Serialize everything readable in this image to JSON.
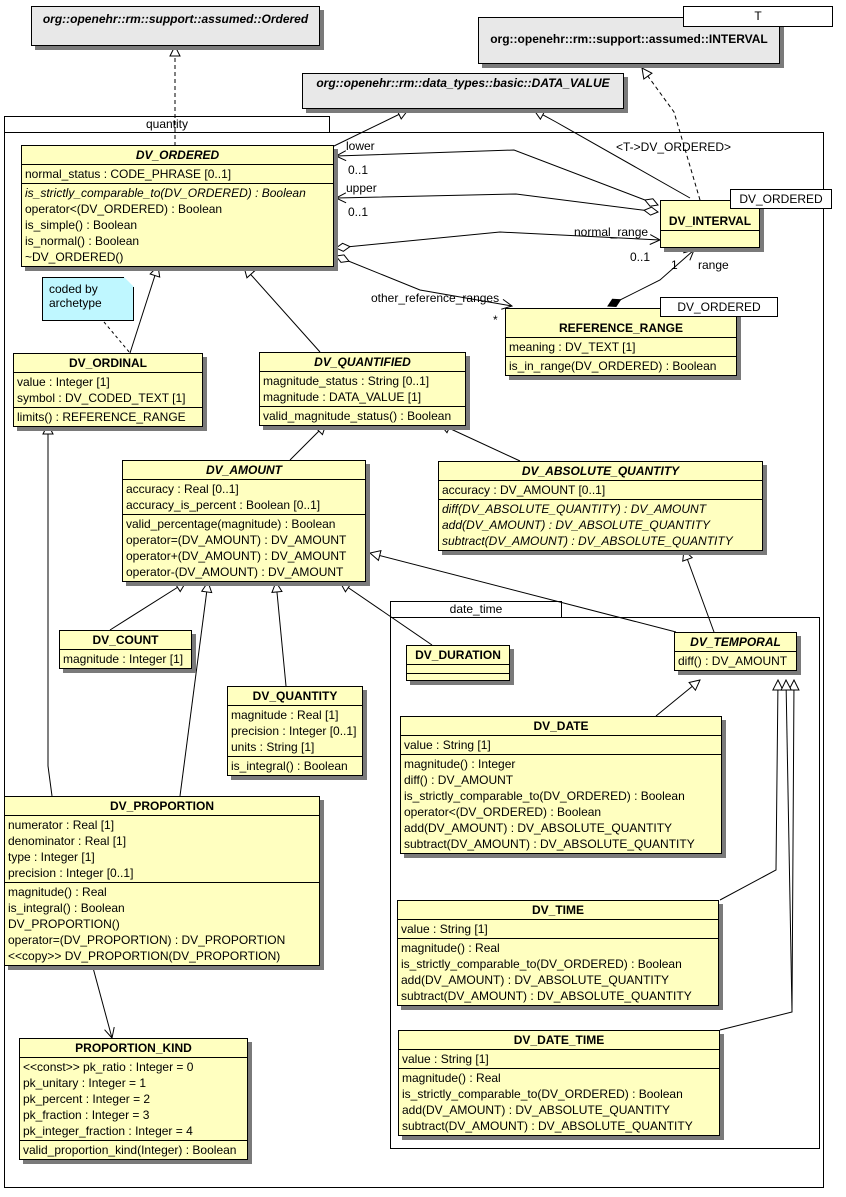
{
  "packages": {
    "quantity": "quantity",
    "date_time": "date_time"
  },
  "external": {
    "ordered": "org::openehr::rm::support::assumed::Ordered",
    "interval": "org::openehr::rm::support::assumed::INTERVAL",
    "interval_param": "T",
    "data_value": "org::openehr::rm::data_types::basic::DATA_VALUE"
  },
  "binding_label": "<T->DV_ORDERED>",
  "classes": {
    "dv_ordered": {
      "name": "DV_ORDERED",
      "attrs": [
        "normal_status : CODE_PHRASE [0..1]"
      ],
      "ops": [
        "is_strictly_comparable_to(DV_ORDERED) : Boolean",
        "operator<(DV_ORDERED) : Boolean",
        "is_simple() : Boolean",
        "is_normal() : Boolean",
        "~DV_ORDERED()"
      ]
    },
    "dv_interval": {
      "name": "DV_INTERVAL",
      "param": "DV_ORDERED"
    },
    "reference_range": {
      "name": "REFERENCE_RANGE",
      "param": "DV_ORDERED",
      "attrs": [
        "meaning : DV_TEXT [1]"
      ],
      "ops": [
        "is_in_range(DV_ORDERED) : Boolean"
      ]
    },
    "dv_ordinal": {
      "name": "DV_ORDINAL",
      "attrs": [
        "value : Integer [1]",
        "symbol : DV_CODED_TEXT [1]"
      ],
      "ops": [
        "limits() : REFERENCE_RANGE"
      ]
    },
    "dv_quantified": {
      "name": "DV_QUANTIFIED",
      "attrs": [
        "magnitude_status : String [0..1]",
        "magnitude : DATA_VALUE [1]"
      ],
      "ops": [
        "valid_magnitude_status() : Boolean"
      ]
    },
    "dv_amount": {
      "name": "DV_AMOUNT",
      "attrs": [
        "accuracy : Real [0..1]",
        "accuracy_is_percent : Boolean [0..1]"
      ],
      "ops": [
        "valid_percentage(magnitude) : Boolean",
        "operator=(DV_AMOUNT) : DV_AMOUNT",
        "operator+(DV_AMOUNT) : DV_AMOUNT",
        "operator-(DV_AMOUNT) : DV_AMOUNT"
      ]
    },
    "dv_absolute_quantity": {
      "name": "DV_ABSOLUTE_QUANTITY",
      "attrs": [
        "accuracy : DV_AMOUNT [0..1]"
      ],
      "ops": [
        "diff(DV_ABSOLUTE_QUANTITY) : DV_AMOUNT",
        "add(DV_AMOUNT) : DV_ABSOLUTE_QUANTITY",
        "subtract(DV_AMOUNT) : DV_ABSOLUTE_QUANTITY"
      ]
    },
    "dv_count": {
      "name": "DV_COUNT",
      "attrs": [
        "magnitude : Integer [1]"
      ]
    },
    "dv_duration": {
      "name": "DV_DURATION"
    },
    "dv_temporal": {
      "name": "DV_TEMPORAL",
      "ops": [
        "diff() : DV_AMOUNT"
      ]
    },
    "dv_quantity": {
      "name": "DV_QUANTITY",
      "attrs": [
        "magnitude : Real [1]",
        "precision : Integer [0..1]",
        "units : String [1]"
      ],
      "ops": [
        "is_integral() : Boolean"
      ]
    },
    "dv_date": {
      "name": "DV_DATE",
      "attrs": [
        "value : String [1]"
      ],
      "ops": [
        "magnitude() : Integer",
        "diff() : DV_AMOUNT",
        "is_strictly_comparable_to(DV_ORDERED) : Boolean",
        "operator<(DV_ORDERED) : Boolean",
        "add(DV_AMOUNT) : DV_ABSOLUTE_QUANTITY",
        "subtract(DV_AMOUNT) : DV_ABSOLUTE_QUANTITY"
      ]
    },
    "dv_proportion": {
      "name": "DV_PROPORTION",
      "attrs": [
        "numerator : Real [1]",
        "denominator : Real [1]",
        "type : Integer [1]",
        "precision : Integer [0..1]"
      ],
      "ops": [
        "magnitude() : Real",
        "is_integral() : Boolean",
        "DV_PROPORTION()",
        "operator=(DV_PROPORTION) : DV_PROPORTION",
        "<<copy>> DV_PROPORTION(DV_PROPORTION)"
      ]
    },
    "dv_time": {
      "name": "DV_TIME",
      "attrs": [
        "value : String [1]"
      ],
      "ops": [
        "magnitude() : Real",
        "is_strictly_comparable_to(DV_ORDERED) : Boolean",
        "add(DV_AMOUNT) : DV_ABSOLUTE_QUANTITY",
        "subtract(DV_AMOUNT) : DV_ABSOLUTE_QUANTITY"
      ]
    },
    "dv_date_time": {
      "name": "DV_DATE_TIME",
      "attrs": [
        "value : String [1]"
      ],
      "ops": [
        "magnitude() : Real",
        "is_strictly_comparable_to(DV_ORDERED) : Boolean",
        "add(DV_AMOUNT) : DV_ABSOLUTE_QUANTITY",
        "subtract(DV_AMOUNT) : DV_ABSOLUTE_QUANTITY"
      ]
    },
    "proportion_kind": {
      "name": "PROPORTION_KIND",
      "attrs": [
        "<<const>> pk_ratio : Integer = 0",
        "pk_unitary : Integer = 1",
        "pk_percent : Integer = 2",
        "pk_fraction : Integer = 3",
        "pk_integer_fraction : Integer = 4"
      ],
      "ops": [
        "valid_proportion_kind(Integer) : Boolean"
      ]
    }
  },
  "note": {
    "text": "coded by archetype"
  },
  "assoc_labels": {
    "lower": "lower",
    "lower_mult": "0..1",
    "upper": "upper",
    "upper_mult": "0..1",
    "normal_range": "normal_range",
    "normal_range_mult": "0..1",
    "range": "range",
    "range_mult": "1",
    "other_reference_ranges": "other_reference_ranges",
    "other_mult": "*"
  }
}
